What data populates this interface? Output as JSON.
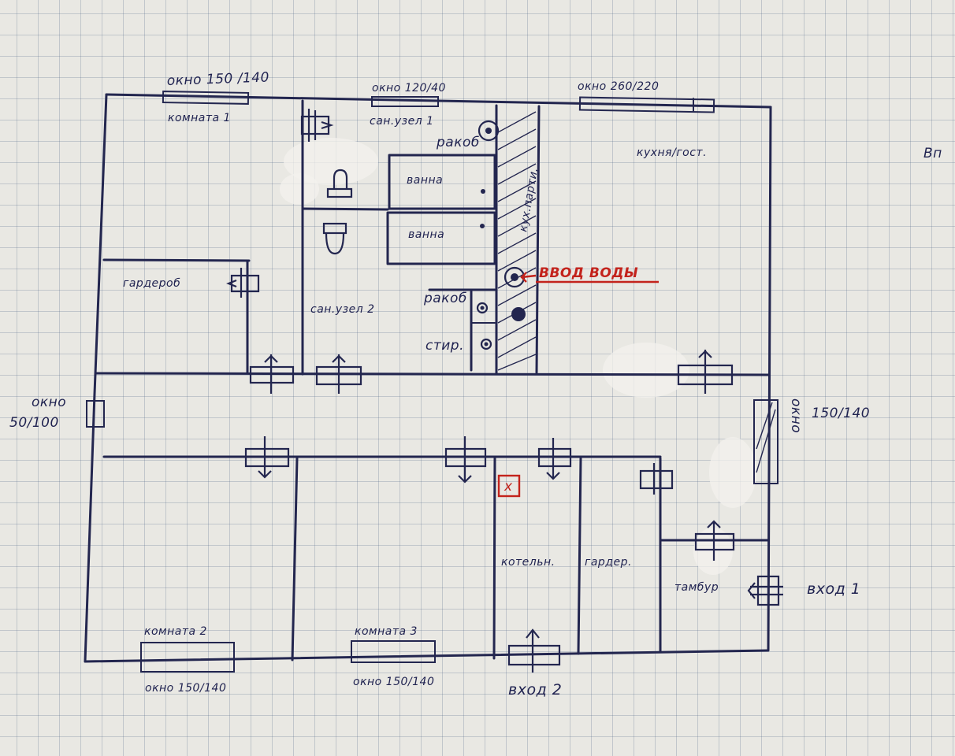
{
  "colors": {
    "ink": "#23264f",
    "red": "#c3231c",
    "paper": "#e9e8e3"
  },
  "labels": {
    "window_room1": "окно 150 /140",
    "window_bath1": "окно 120/40",
    "window_kitchen": "окно 260/220",
    "room1": "комната 1",
    "bathroom1": "сан.узел 1",
    "sink_top": "ракоб",
    "bath_a": "ванна",
    "bath_b": "ванна",
    "kitchen_partition": "кух.парти.",
    "kitchen_living": "кухня/гост.",
    "water_inlet": "ВВОД ВОДЫ",
    "wardrobe1": "гардероб",
    "bathroom2": "сан.узел 2",
    "sink_mid": "ракоб",
    "washer": "стир.",
    "window_left": "окно",
    "window_left_size": "50/100",
    "window_right_word": "окно",
    "window_right_size": "150/140",
    "boiler_mark": "x",
    "boiler_room": "котельн.",
    "wardrobe2": "гардер.",
    "vestibule": "тамбур",
    "entrance1": "вход 1",
    "room2": "комната 2",
    "room3": "комната 3",
    "window_room2": "окно 150/140",
    "window_room3": "окно 150/140",
    "entrance2": "вход 2",
    "edge_text": "Вп"
  }
}
